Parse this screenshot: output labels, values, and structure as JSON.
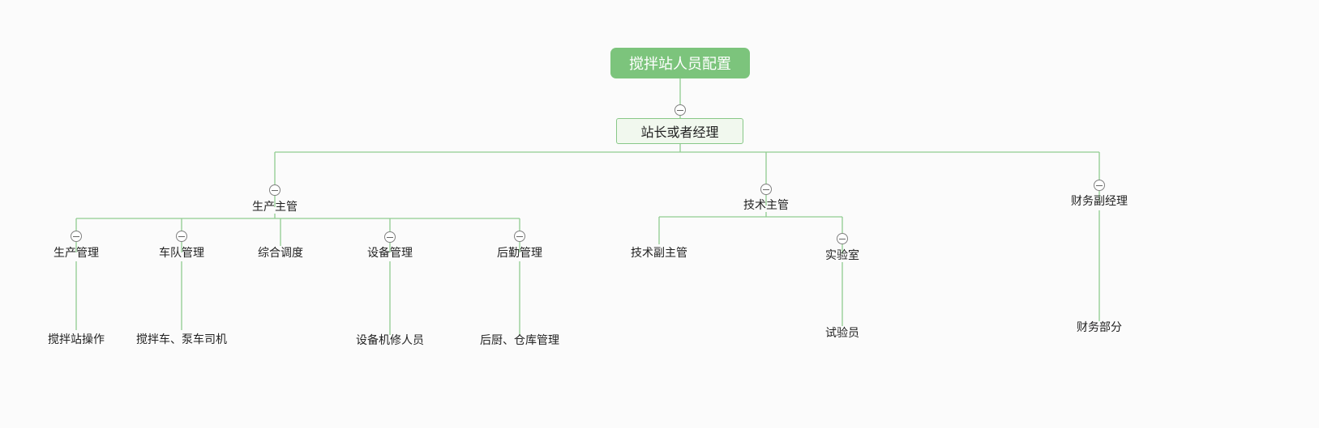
{
  "root": {
    "label": "搅拌站人员配置"
  },
  "level1": {
    "label": "站长或者经理"
  },
  "branches": {
    "production": {
      "label": "生产主管",
      "children": [
        {
          "label": "生产管理",
          "leaf": "搅拌站操作"
        },
        {
          "label": "车队管理",
          "leaf": "搅拌车、泵车司机"
        },
        {
          "label": "综合调度"
        },
        {
          "label": "设备管理",
          "leaf": "设备机修人员"
        },
        {
          "label": "后勤管理",
          "leaf": "后厨、仓库管理"
        }
      ]
    },
    "tech": {
      "label": "技术主管",
      "children": [
        {
          "label": "技术副主管"
        },
        {
          "label": "实验室",
          "leaf": "试验员"
        }
      ]
    },
    "finance": {
      "label": "财务副经理",
      "leaf": "财务部分"
    }
  },
  "colors": {
    "root_fill": "#7cc47c",
    "connector": "#8fcc8f",
    "level1_fill": "#f1f8ee",
    "level1_border": "#88c888"
  },
  "icons": [
    "collapse-toggle-icon"
  ]
}
